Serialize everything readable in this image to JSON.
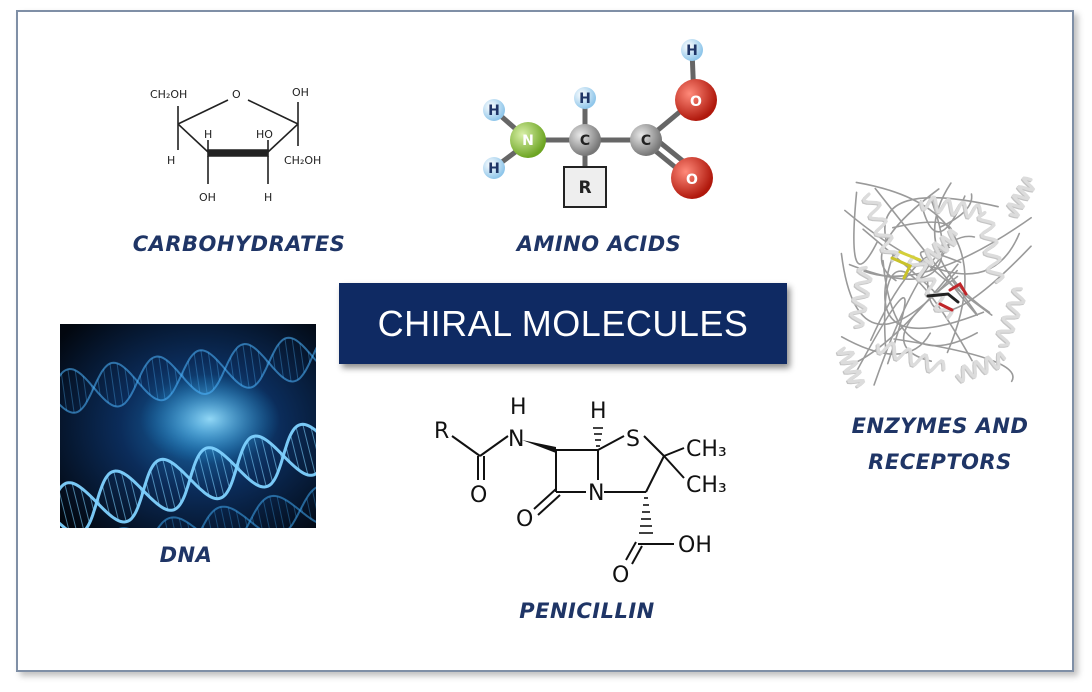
{
  "title": "CHIRAL MOLECULES",
  "labels": {
    "carbohydrates": "CARBOHYDRATES",
    "amino_acids": "AMINO ACIDS",
    "dna": "DNA",
    "penicillin": "PENICILLIN",
    "enzymes_line1": "ENZYMES AND",
    "enzymes_line2": "RECEPTORS"
  },
  "sugar": {
    "ch2oh_top": "CH₂OH",
    "ring_o": "O",
    "oh_right": "OH",
    "h_left_down": "H",
    "h_ring": "H",
    "ho_ring": "HO",
    "ch2oh_bottom": "CH₂OH",
    "oh_bottom": "OH",
    "h_bottom": "H"
  },
  "amino": {
    "h_n1": "H",
    "h_n2": "H",
    "n": "N",
    "c_alpha": "C",
    "h_alpha": "H",
    "c_carboxyl": "C",
    "o_hydroxyl": "O",
    "h_hydroxyl": "H",
    "o_carbonyl": "O",
    "r_group": "R"
  },
  "penicillin": {
    "r": "R",
    "nh_n": "N",
    "nh_h": "H",
    "h_top": "H",
    "s": "S",
    "ch3_a": "CH₃",
    "ch3_b": "CH₃",
    "o_amide": "O",
    "o_lactam": "O",
    "n_ring": "N",
    "o_acid": "O",
    "oh": "OH"
  },
  "colors": {
    "navy": "#0f2a63",
    "label": "#1f3566",
    "nitrogen": "#8fc43f",
    "oxygen": "#d42a1c",
    "hydrogen": "#bfe0f5",
    "carbon": "#8a8a8a"
  }
}
